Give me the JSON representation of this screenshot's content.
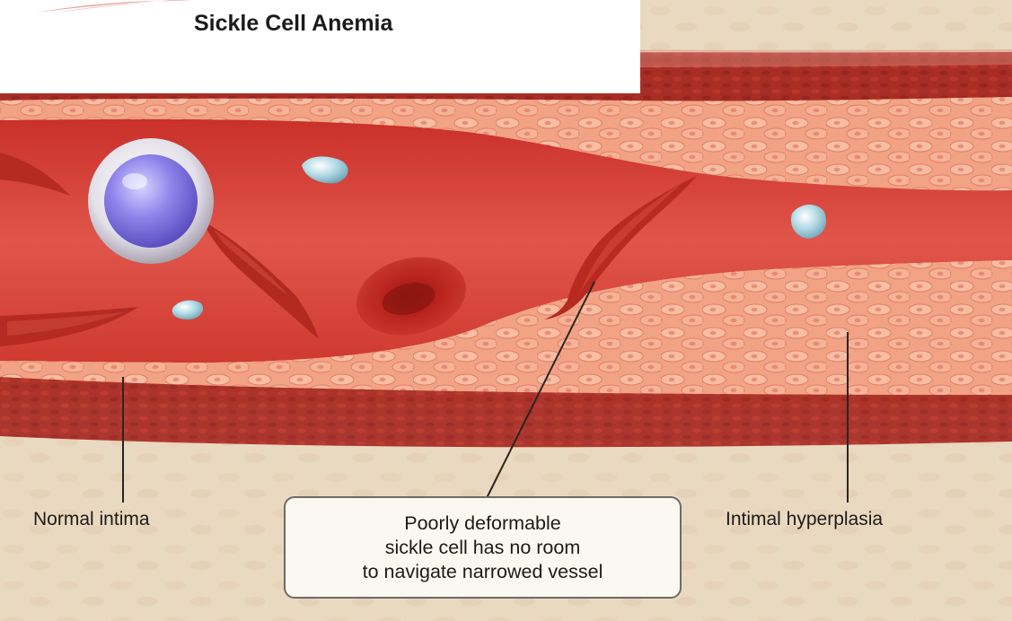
{
  "title": "Sickle Cell Anemia",
  "labels": {
    "normal_intima": "Normal intima",
    "intimal_hyperplasia": "Intimal hyperplasia"
  },
  "callout": {
    "lines": [
      "Poorly deformable",
      "sickle cell has no room",
      "to navigate narrowed vessel"
    ]
  },
  "colors": {
    "background_tissue": "#ead9c2",
    "vessel_wall": "#a52a22",
    "lumen": "#d9443a",
    "intima_cells": "#f3a98a",
    "sickle_cell": "#b52a22",
    "red_blood_cell": "#b8221e",
    "white_blood_cell": "#8f86e6",
    "platelet": "#9fc9d6"
  }
}
